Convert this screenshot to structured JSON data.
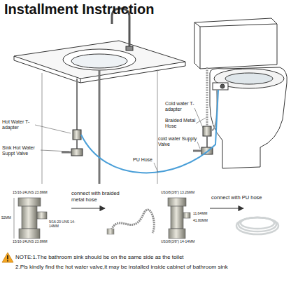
{
  "diagram": {
    "title": "Installment Instruction",
    "labels": [
      "Hot Water T-adapter",
      "Sink Hot Water Suppt Valve",
      "Cold water T-adapter",
      "Braided Metal Hose",
      "cold water Supply Valve",
      "PU Hose",
      "15/16-24UNS 23.8MM",
      "52MM",
      "15/16-24UNS 23.8MM",
      "9/16-20 UNS 14-14MM",
      "connect with braided metal hose",
      "US3/8(3/8\") 13.26MM",
      "41.80MM",
      "US3/8(3/8\") 14-14MM",
      "11.64MM",
      "connect with PU hose",
      "NOTE:1.The bathroom sink should be on the same side as the toilet",
      "2.Pls kindly find the hot water valve,it may be installed inside cabinet of bathroom sink"
    ]
  }
}
